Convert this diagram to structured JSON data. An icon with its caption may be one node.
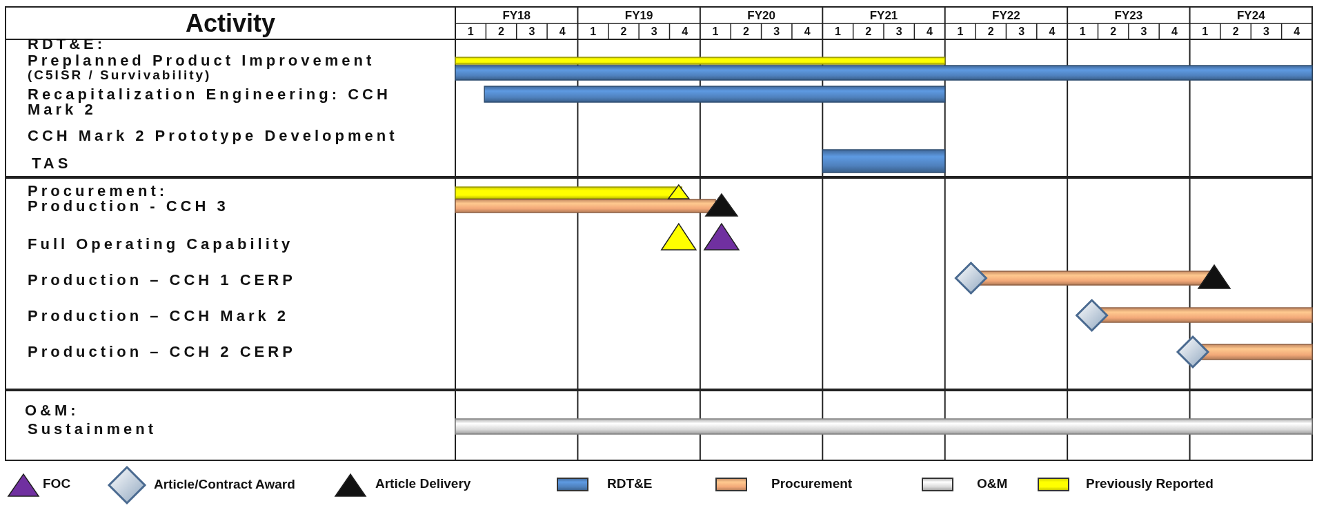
{
  "diagram": {
    "labels": [
      "Activity",
      "FY18",
      "FY19",
      "FY20",
      "FY21",
      "FY22",
      "FY23",
      "FY24",
      "1",
      "2",
      "3",
      "4",
      "1",
      "2",
      "3",
      "4",
      "1",
      "2",
      "3",
      "4",
      "1",
      "2",
      "3",
      "4",
      "1",
      "2",
      "3",
      "4",
      "1",
      "2",
      "3",
      "4",
      "1",
      "2",
      "3",
      "4",
      "RDT&E:",
      "Preplanned Product Improvement",
      "(C5ISR / Survivability)",
      "Recapitalization Engineering: CCH Mark 2",
      "CCH Mark 2 Prototype Development",
      "TAS",
      "Procurement:",
      "Production - CCH 3",
      "Full Operating Capability",
      "Production – CCH 1 CERP",
      "Production – CCH Mark 2",
      "Production – CCH 2 CERP",
      "O&M:",
      "Sustainment"
    ],
    "legend": [
      {
        "text": "FOC"
      },
      {
        "text": "Article/Contract Award"
      },
      {
        "text": "Article Delivery"
      },
      {
        "text": "RDT&E",
        "color": "#4f81bd"
      },
      {
        "text": "Procurement",
        "color": "#f2a878"
      },
      {
        "text": "O&M",
        "color": "#d9d9d9"
      },
      {
        "text": "Previously Reported",
        "color": "#ffff00"
      }
    ]
  }
}
